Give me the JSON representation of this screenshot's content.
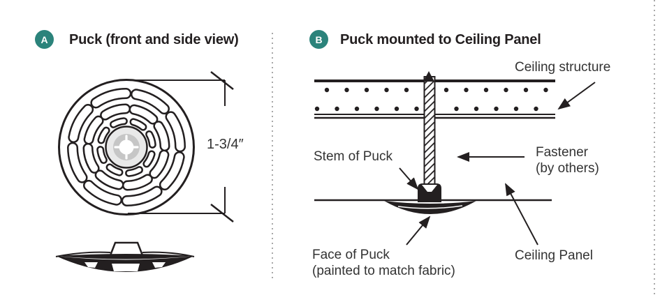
{
  "panel_a": {
    "badge": "A",
    "title": "Puck (front and side view)",
    "dimension_label": "1-3/4″"
  },
  "panel_b": {
    "badge": "B",
    "title": "Puck mounted to Ceiling Panel",
    "labels": {
      "ceiling_structure": "Ceiling structure",
      "stem_of_puck": "Stem of Puck",
      "fastener_1": "Fastener",
      "fastener_2": "(by others)",
      "face_of_puck_1": "Face of Puck",
      "face_of_puck_2": "(painted to match fabric)",
      "ceiling_panel": "Ceiling Panel"
    }
  },
  "colors": {
    "badge_teal": "#2B837B",
    "ink": "#231F20",
    "label_text": "#333333",
    "divider_gray": "#A8A8A8"
  }
}
